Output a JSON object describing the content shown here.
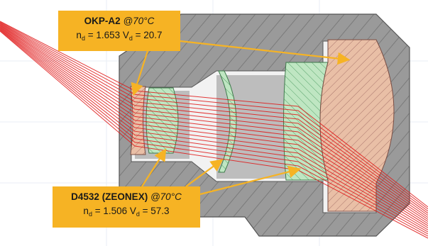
{
  "callouts": {
    "okp": {
      "material": "OKP-A2",
      "temperature": "@70°C",
      "nd_label": "n",
      "nd_sub": "d",
      "nd_value": " = 1.653 ",
      "vd_label": "V",
      "vd_sub": "d",
      "vd_value": " = 20.7"
    },
    "zeonex": {
      "material": "D4532 (ZEONEX)",
      "temperature": "@70°C",
      "nd_label": "n",
      "nd_sub": "d",
      "nd_value": " = 1.506 ",
      "vd_label": "V",
      "vd_sub": "d",
      "vd_value": " = 57.3"
    }
  },
  "colors": {
    "housing": "#9a9a9a",
    "housing_hatch": "#7d7d7d",
    "okp_lens": "#e9bfa6",
    "zeonex_lens": "#bfe6c2",
    "rays": "#e01818",
    "callout": "#f6b324",
    "arrow": "#f6b324"
  }
}
